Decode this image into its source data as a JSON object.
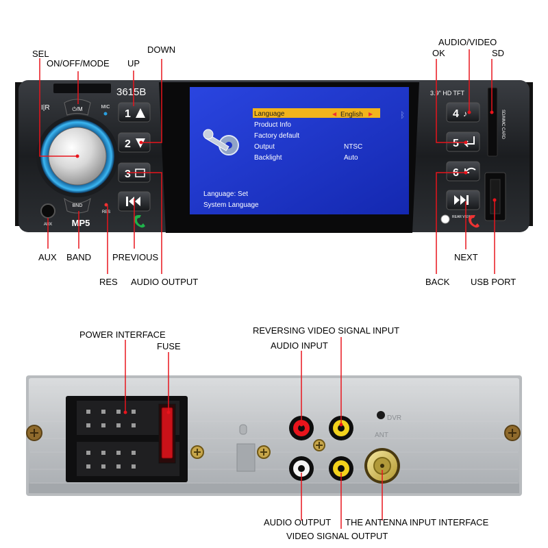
{
  "front_panel": {
    "model": "3615B",
    "display_spec": "3.9\" HD TFT",
    "mic_label": "MIC",
    "power_label": "ON/OFF/MODE",
    "bnd_label": "BND",
    "brand": "MP5",
    "res_label": "RES",
    "aux_label": "AUX",
    "card_slot_label": "SD/MMC CARD",
    "rear_view_label": "REAR VIEW",
    "buttons": [
      "1",
      "2",
      "3",
      "4",
      "5",
      "6"
    ],
    "screen": {
      "menu": [
        {
          "item": "Language",
          "value": "English"
        },
        {
          "item": "Product Info",
          "value": ""
        },
        {
          "item": "Factory default",
          "value": ""
        },
        {
          "item": "Output",
          "value": "NTSC"
        },
        {
          "item": "Backlight",
          "value": "Auto"
        }
      ],
      "status_line1": "Language: Set",
      "status_line2": "System Language"
    },
    "callouts": {
      "sel": "SEL",
      "on_off_mode": "ON/OFF/MODE",
      "up": "UP",
      "down": "DOWN",
      "aux": "AUX",
      "band": "BAND",
      "previous": "PREVIOUS",
      "res": "RES",
      "audio_output": "AUDIO OUTPUT",
      "audio_video": "AUDIO/VIDEO",
      "ok": "OK",
      "sd": "SD",
      "next": "NEXT",
      "back": "BACK",
      "usb_port": "USB PORT"
    }
  },
  "rear_panel": {
    "dvr_label": "DVR",
    "ant_label": "ANT",
    "callouts": {
      "power_interface": "POWER INTERFACE",
      "fuse": "FUSE",
      "reversing_video": "REVERSING VIDEO SIGNAL INPUT",
      "audio_input": "AUDIO INPUT",
      "audio_output": "AUDIO OUTPUT",
      "antenna": "THE ANTENNA INPUT INTERFACE",
      "video_output": "VIDEO SIGNAL OUTPUT"
    }
  },
  "colors": {
    "callout_line": "#e8141c",
    "screen_blue": "#1d34c8",
    "knob_ring": "#2a9fe0",
    "panel_metal": "#c9cbcd",
    "rca_red": "#e8141c",
    "rca_yellow": "#f2d21c",
    "rca_white": "#f5f5f5"
  }
}
